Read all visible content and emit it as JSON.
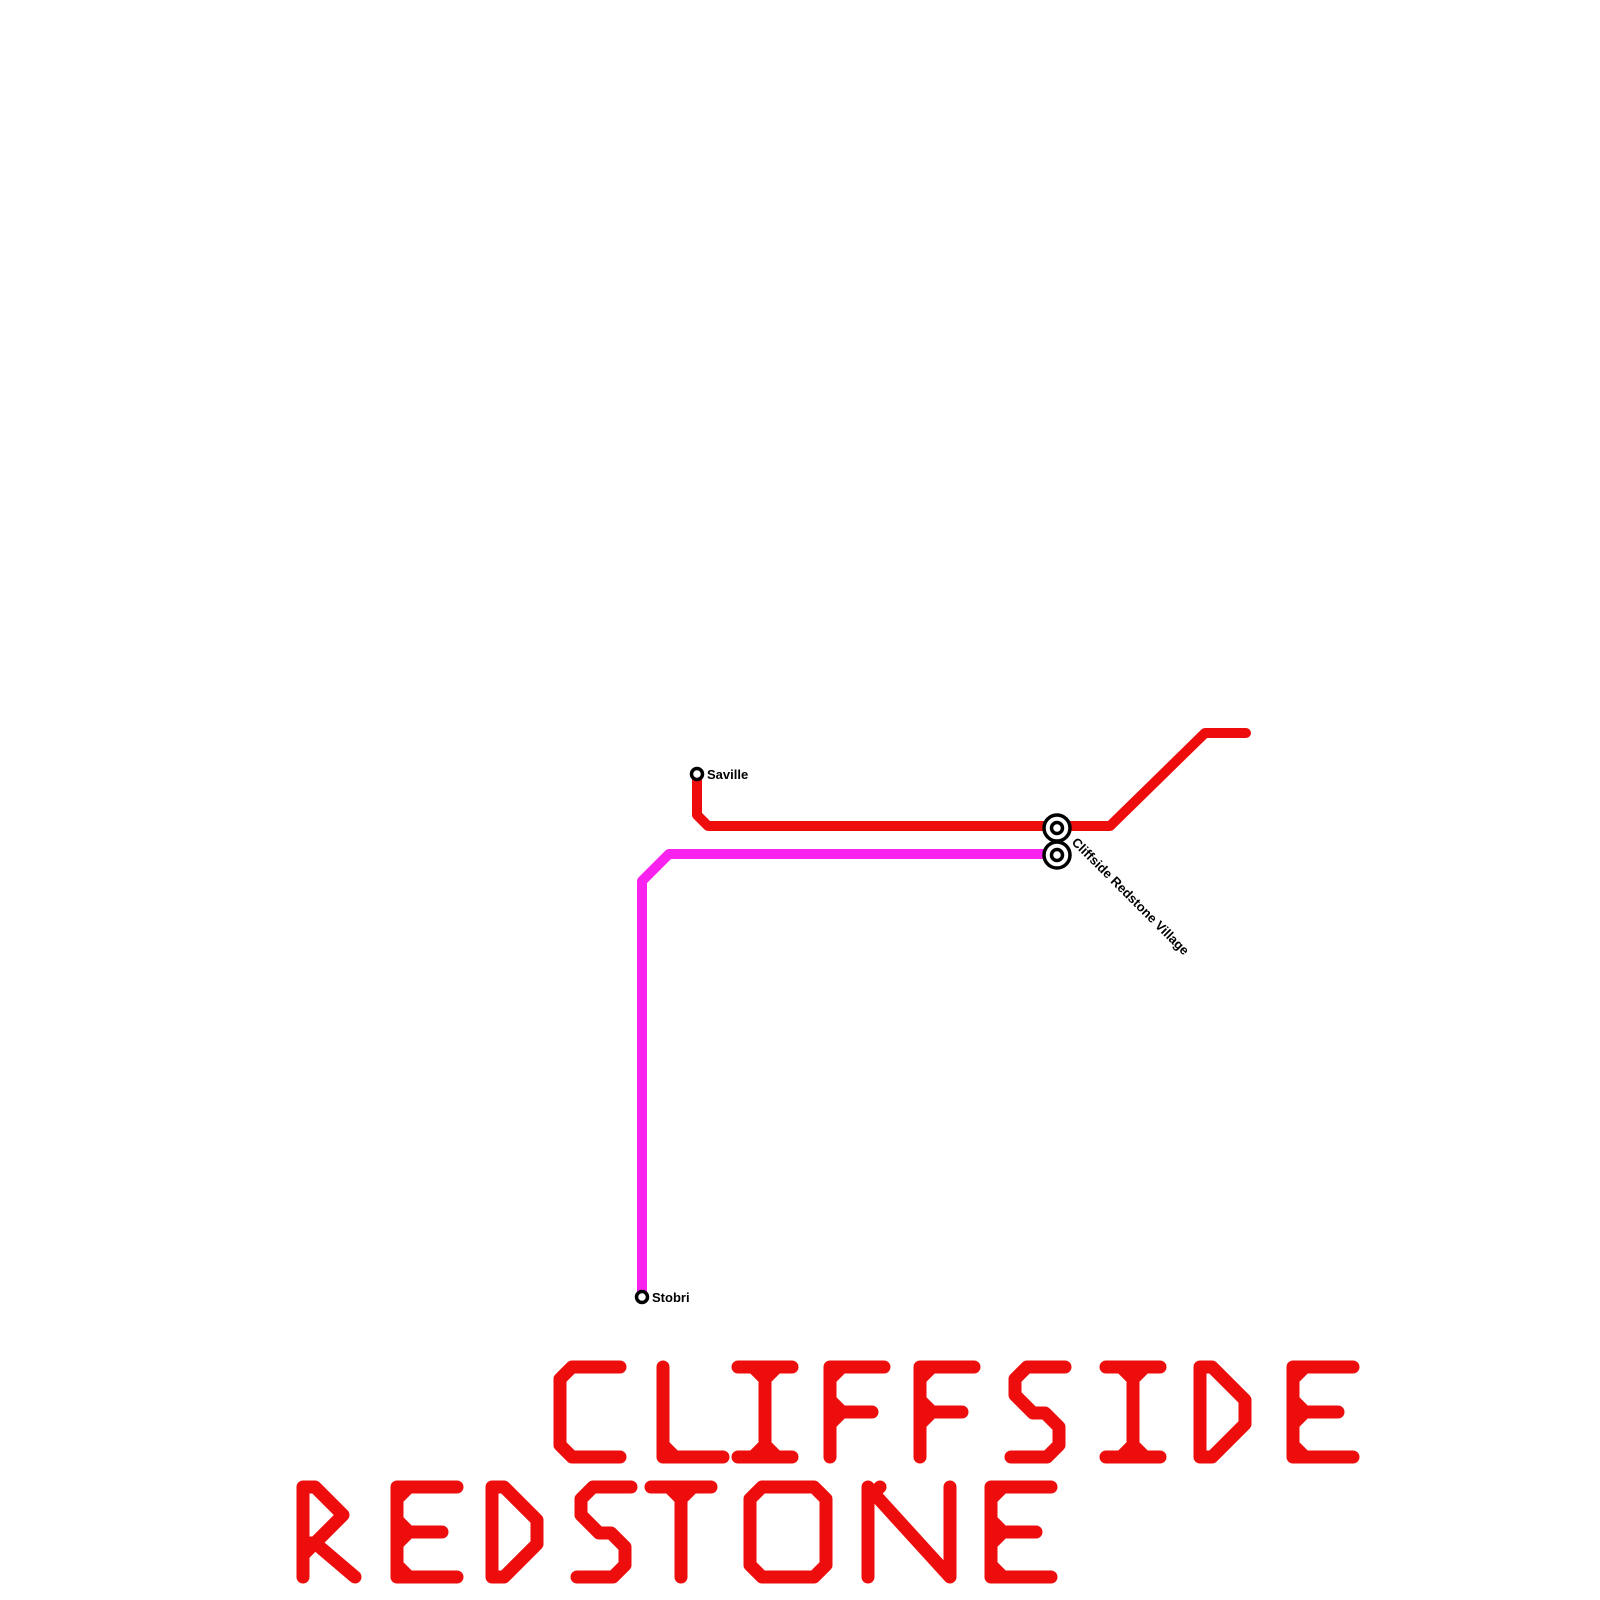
{
  "map": {
    "title_lines": [
      "CLIFFSIDE",
      "REDSTONE"
    ],
    "title_color": "#ee0d0d",
    "lines": [
      {
        "id": "red-line",
        "name": "Red line",
        "color": "#ee0d0d"
      },
      {
        "id": "magenta-line",
        "name": "Magenta line",
        "color": "#f922ef"
      }
    ],
    "stations": [
      {
        "id": "saville",
        "name": "Saville",
        "type": "terminus",
        "lines": [
          "red-line"
        ]
      },
      {
        "id": "stobri",
        "name": "Stobri",
        "type": "terminus",
        "lines": [
          "magenta-line"
        ]
      },
      {
        "id": "cliffside-redstone-village",
        "name": "Cliffside Redstone Village",
        "type": "interchange",
        "lines": [
          "red-line",
          "magenta-line"
        ]
      }
    ]
  }
}
